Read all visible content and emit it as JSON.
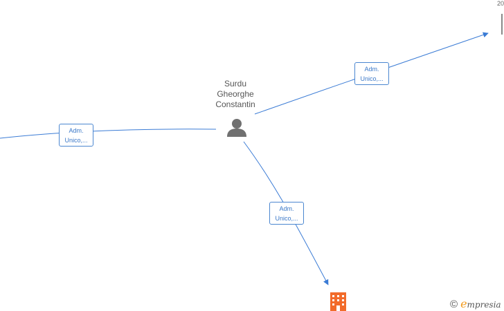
{
  "person": {
    "name_lines": [
      "Surdu",
      "Gheorghe",
      "Constantin"
    ]
  },
  "edges": [
    {
      "label_lines": [
        "Adm.",
        "Unico,..."
      ]
    },
    {
      "label_lines": [
        "Adm.",
        "Unico,..."
      ]
    },
    {
      "label_lines": [
        "Adm.",
        "Unico,..."
      ]
    }
  ],
  "corner": {
    "text": "20"
  },
  "brand": {
    "copyright": "©",
    "initial": "e",
    "name": "mpresia"
  },
  "colors": {
    "edge": "#3a7bd5",
    "person_icon": "#707070",
    "company_icon": "#f26b2a"
  },
  "icons": {
    "person": "person-icon",
    "company": "building-icon"
  }
}
